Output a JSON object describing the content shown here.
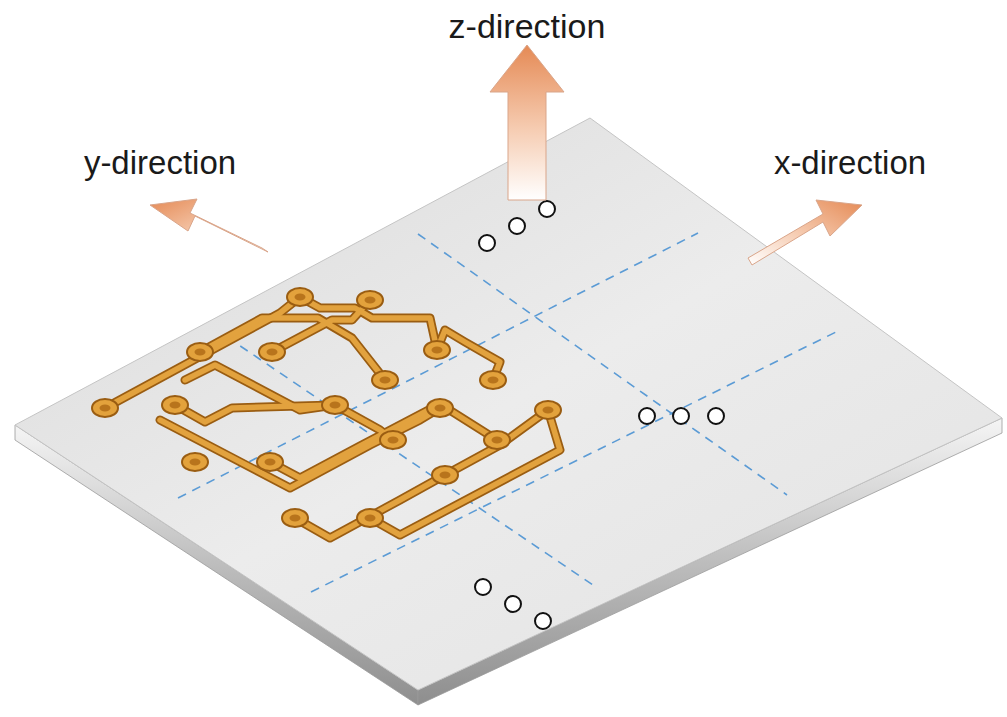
{
  "diagram": {
    "labels": [
      "z-direction",
      "y-direction",
      "x-direction"
    ]
  }
}
